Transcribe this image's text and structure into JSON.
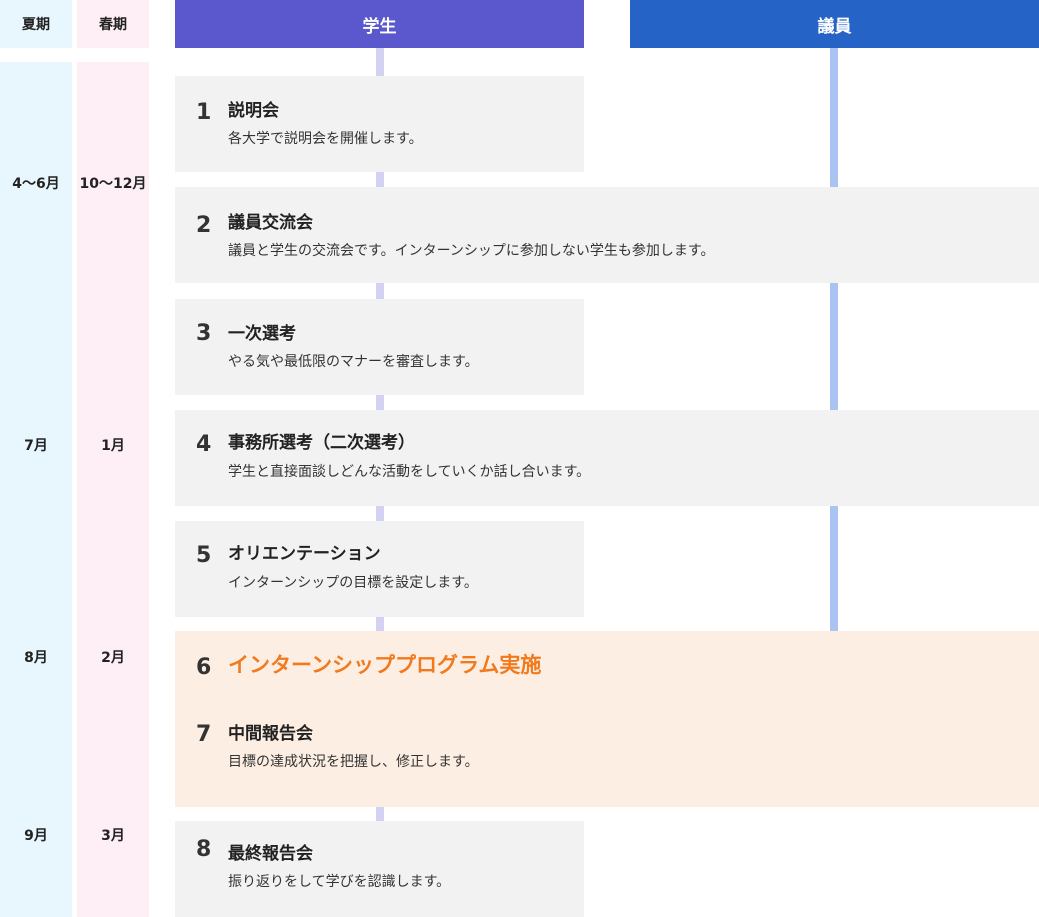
{
  "headers": {
    "summer": "夏期",
    "spring": "春期",
    "student": "学生",
    "member": "議員"
  },
  "months": {
    "summer": [
      "4〜6月",
      "7月",
      "8月",
      "9月"
    ],
    "spring": [
      "10〜12月",
      "1月",
      "2月",
      "3月"
    ]
  },
  "steps": [
    {
      "num": "1",
      "title": "説明会",
      "desc": "各大学で説明会を開催します。"
    },
    {
      "num": "2",
      "title": "議員交流会",
      "desc": "議員と学生の交流会です。インターンシップに参加しない学生も参加します。"
    },
    {
      "num": "3",
      "title": "一次選考",
      "desc": "やる気や最低限のマナーを審査します。"
    },
    {
      "num": "4",
      "title": "事務所選考（二次選考）",
      "desc": "学生と直接面談しどんな活動をしていくか話し合います。"
    },
    {
      "num": "5",
      "title": "オリエンテーション",
      "desc": "インターンシップの目標を設定します。"
    },
    {
      "num": "6",
      "title": "インターンシッププログラム実施",
      "desc": ""
    },
    {
      "num": "7",
      "title": "中間報告会",
      "desc": "目標の達成状況を把握し、修正します。"
    },
    {
      "num": "8",
      "title": "最終報告会",
      "desc": "振り返りをして学びを認識します。"
    }
  ],
  "colors": {
    "student_header": "#5b57cc",
    "member_header": "#2563c7",
    "student_line": "#d3d2f3",
    "member_line": "#a9c4f2",
    "highlight_bg": "#fdeee3",
    "highlight_text": "#f07a1d",
    "summer_bg": "#e8f7fd",
    "spring_bg": "#fdeff5"
  }
}
